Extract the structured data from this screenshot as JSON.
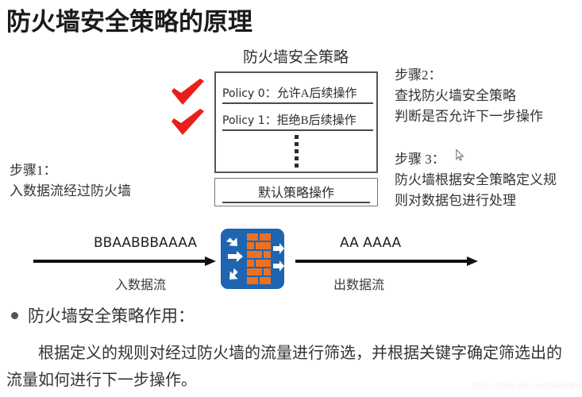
{
  "slide": {
    "title": "防火墙安全策略的原理",
    "watermark": "https://blog.csdn.net/XiaoYaHei"
  },
  "policy_panel": {
    "heading": "防火墙安全策略",
    "rows": [
      {
        "name": "Policy 0",
        "separator": "：",
        "action": "允许A后续操作"
      },
      {
        "name": "Policy 1",
        "separator": "：",
        "action": "拒绝B后续操作"
      }
    ],
    "continuation_dots": 5,
    "default_policy": "默认策略操作",
    "check_marks": 2
  },
  "steps": {
    "step1": {
      "head": "步骤1：",
      "lines": [
        "入数据流经过防火墙"
      ]
    },
    "step2": {
      "head": "步骤2：",
      "lines": [
        "查找防火墙安全策略",
        "判断是否允许下一步操作"
      ]
    },
    "step3": {
      "head": "步骤 3：",
      "lines": [
        "防火墙根据安全策略定义规",
        "则对数据包进行处理"
      ]
    }
  },
  "flow": {
    "in_stream_data": "BBAABBBAAAA",
    "in_stream_label": "入数据流",
    "out_stream_data": "AA    AAAA",
    "out_stream_label": "出数据流",
    "firewall_icon": "firewall-brick-icon"
  },
  "bullet_section": {
    "bullet_title": "防火墙安全策略作用：",
    "paragraph": "根据定义的规则对经过防火墙的流量进行筛选，并根据关键字确定筛选出的流量如何进行下一步操作。"
  },
  "colors": {
    "check_red": "#e8201c",
    "firewall_blue": "#1f64b0",
    "brick_orange": "#ed7020",
    "text_dark": "#333333"
  }
}
